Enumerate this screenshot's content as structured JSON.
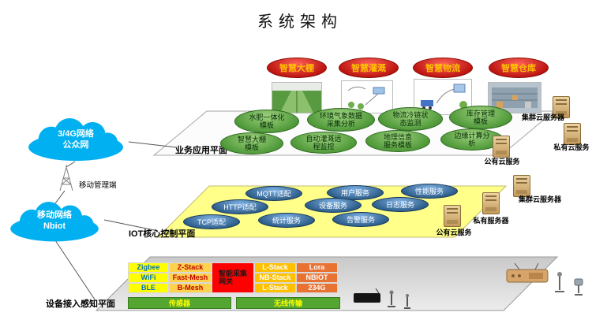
{
  "title": "系统架构",
  "colors": {
    "cloud": "#00b0f0",
    "red_dark": "#b70f0a",
    "red_light": "#ff6059",
    "red_text": "#ffc000",
    "green": "#44912f",
    "blue": "#1f4e79",
    "yellow_plane": "#ffff8a",
    "table_yellow": "#ffff00",
    "table_amber": "#ffc000",
    "table_orange": "#e97132",
    "table_red": "#fe0000",
    "blue_text": "#0070c0",
    "bar_green": "#55a630"
  },
  "icons": [
    "server-icon",
    "cloud-icon",
    "antenna-tower-icon",
    "gateway-router-icon",
    "device-antenna-icon",
    "black-box-device-icon",
    "greenhouse-photo",
    "irrigation-diagram",
    "logistics-diagram",
    "warehouse-photo"
  ],
  "top_apps": [
    "智慧大棚",
    "智慧灌溉",
    "智慧物流",
    "智慧仓库"
  ],
  "business": {
    "label": "业务应用平面",
    "modules": [
      "水肥一体化\n模板",
      "环境气象数据\n采集分析",
      "物流冷链状\n态监测",
      "库存管理\n模板",
      "智慧大棚\n模板",
      "自动灌溉远\n程监控",
      "地理信息\n服务模板",
      "边缘计算分\n析"
    ],
    "servers": [
      "集群云服务器",
      "私有云服务",
      "公有云服务"
    ]
  },
  "iot": {
    "label": "IOT核心控制平面",
    "services": [
      "MQTT适配",
      "用户服务",
      "性能服务",
      "HTTP适配",
      "设备服务",
      "日志服务",
      "TCP适配",
      "统计服务",
      "告警服务"
    ],
    "servers": [
      "集群云服务器",
      "私有服务器",
      "公有云服务"
    ]
  },
  "device": {
    "label": "设备接入感知平面",
    "gateway": "智能采集\n网关",
    "col1": [
      "Zigbee",
      "WiFi",
      "BLE"
    ],
    "col2": [
      "Z-Stack",
      "Fast-Mesh",
      "B-Mesh"
    ],
    "col4": [
      "L-Stack",
      "NB-Stack",
      "L-Stack"
    ],
    "col5": [
      "Lora",
      "NBIOT",
      "234G"
    ],
    "bars": [
      "传感器",
      "无线传输"
    ]
  },
  "network": {
    "cloud1": "3/4G网络\n公众网",
    "cloud2": "移动网络\nNbiot",
    "mobile": "移动管理端"
  }
}
